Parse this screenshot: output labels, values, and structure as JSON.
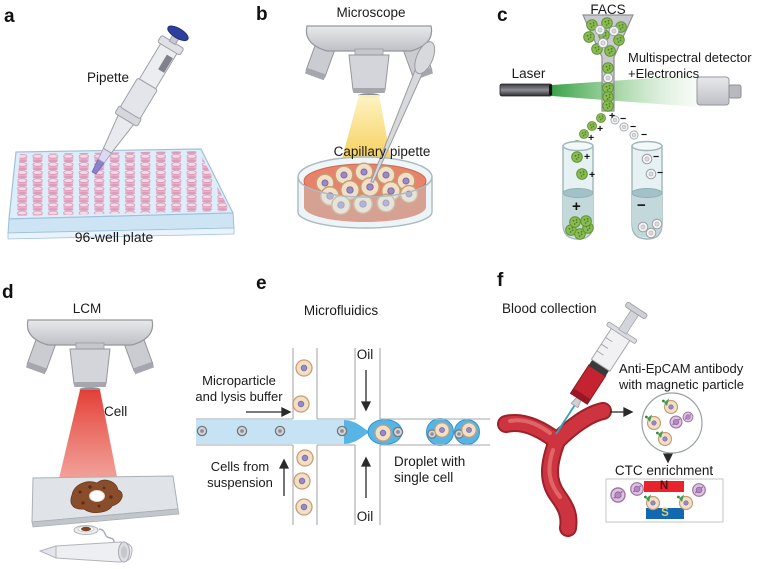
{
  "panels": {
    "a": {
      "letter": "a",
      "pipette_label": "Pipette",
      "caption": "96-well plate"
    },
    "b": {
      "letter": "b",
      "title": "Microscope",
      "capillary_label": "Capillary pipette"
    },
    "c": {
      "letter": "c",
      "title": "FACS",
      "laser_label": "Laser",
      "detector_label": "Multispectral detector\n+Electronics",
      "plus_sign": "+",
      "minus_sign": "−"
    },
    "d": {
      "letter": "d",
      "title": "LCM",
      "cell_label": "Cell"
    },
    "e": {
      "letter": "e",
      "title": "Microfluidics",
      "inlet_top_label": "Microparticle\nand lysis buffer",
      "inlet_bottom_label": "Cells from\nsuspension",
      "oil_label": "Oil",
      "droplet_label": "Droplet with\nsingle cell"
    },
    "f": {
      "letter": "f",
      "title": "Blood collection",
      "antibody_label": "Anti-EpCAM antibody\nwith magnetic particle",
      "enrichment_label": "CTC enrichment",
      "magnet_north": "N",
      "magnet_south": "S"
    }
  },
  "colors": {
    "magnet_north_red": "#e8232b",
    "magnet_south_blue": "#1268b3",
    "blood_red": "#ce3440",
    "laser_beam_green": "#3aa94a",
    "lcm_beam_red": "#e23a30",
    "light_beam_yellow": "#f5c63c",
    "channel_fluid_blue": "#c5e3f5",
    "droplet_blue": "#58b4e4",
    "well_pink": "#eab2ca",
    "green_cell": "#8abc52",
    "culture_medium_salmon": "#e8826a"
  }
}
